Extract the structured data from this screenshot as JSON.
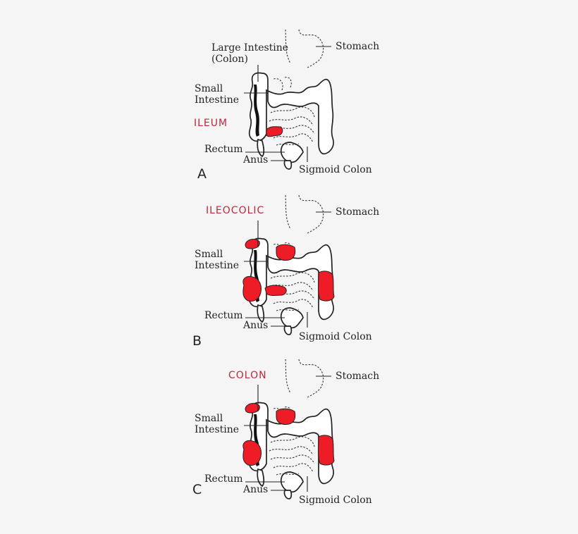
{
  "colors": {
    "highlight": "#ee1c26",
    "highlight_text": "#c0283a",
    "outline": "#222222"
  },
  "panels": [
    {
      "letter": "A",
      "highlight": "ILEUM",
      "labels": {
        "large_intestine": "Large Intestine\n(Colon)",
        "stomach": "Stomach",
        "small_intestine": "Small\nIntestine",
        "rectum": "Rectum",
        "anus": "Anus",
        "sigmoid_colon": "Sigmoid Colon"
      },
      "affected_regions": [
        "ileum"
      ]
    },
    {
      "letter": "B",
      "highlight": "ILEOCOLIC",
      "labels": {
        "stomach": "Stomach",
        "small_intestine": "Small\nIntestine",
        "rectum": "Rectum",
        "anus": "Anus",
        "sigmoid_colon": "Sigmoid Colon"
      },
      "affected_regions": [
        "ascending-colon-top",
        "transverse-colon",
        "cecum",
        "ileum",
        "descending-colon"
      ]
    },
    {
      "letter": "C",
      "highlight": "COLON",
      "labels": {
        "stomach": "Stomach",
        "small_intestine": "Small\nIntestine",
        "rectum": "Rectum",
        "anus": "Anus",
        "sigmoid_colon": "Sigmoid Colon"
      },
      "affected_regions": [
        "ascending-colon-top",
        "transverse-colon",
        "cecum",
        "descending-colon"
      ]
    }
  ]
}
